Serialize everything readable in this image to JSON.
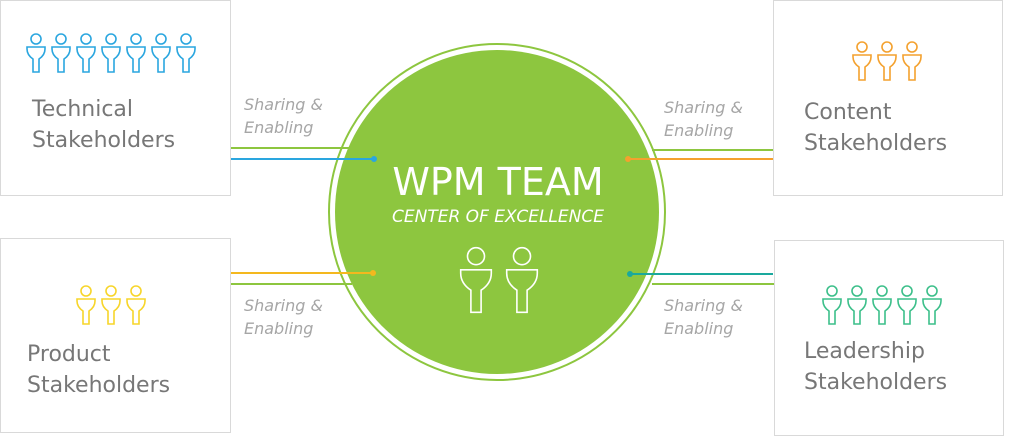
{
  "colors": {
    "green": "#8dc63f",
    "blue": "#2aa6df",
    "orange": "#f4a12e",
    "yellow": "#f7d52a",
    "teal": "#1aa99d",
    "leader": "#3cbf8a"
  },
  "center": {
    "title": "WPM TEAM",
    "subtitle": "CENTER OF EXCELLENCE",
    "people": 2
  },
  "share_label_line1": "Sharing &",
  "share_label_line2": "Enabling",
  "boxes": {
    "technical": {
      "line1": "Technical",
      "line2": "Stakeholders",
      "people": 7,
      "color": "#2aa6df"
    },
    "content": {
      "line1": "Content",
      "line2": "Stakeholders",
      "people": 3,
      "color": "#f4a12e"
    },
    "product": {
      "line1": "Product",
      "line2": "Stakeholders",
      "people": 3,
      "color": "#f7d52a"
    },
    "leadership": {
      "line1": "Leadership",
      "line2": "Stakeholders",
      "people": 5,
      "color": "#3cbf8a"
    }
  }
}
